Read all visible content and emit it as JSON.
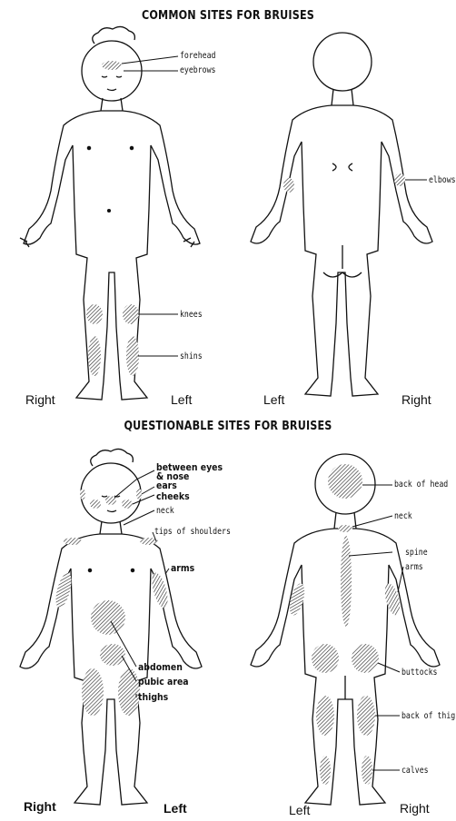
{
  "section1": {
    "title": "COMMON SITES FOR BRUISES",
    "front_labels": [
      "forehead",
      "eyebrows",
      "knees",
      "shins"
    ],
    "back_labels": [
      "elbows"
    ],
    "front_side_left": "Right",
    "front_side_right": "Left",
    "back_side_left": "Left",
    "back_side_right": "Right"
  },
  "section2": {
    "title": "QUESTIONABLE SITES FOR BRUISES",
    "front_labels": [
      "between eyes",
      "& nose",
      "ears",
      "cheeks",
      "neck",
      "tips of shoulders",
      "arms",
      "abdomen",
      "pubic area",
      "thighs"
    ],
    "back_labels": [
      "back of head",
      "neck",
      "spine",
      "arms",
      "buttocks",
      "back of thighs",
      "calves"
    ],
    "front_side_left": "Right",
    "front_side_right": "Left",
    "back_side_left": "Left",
    "back_side_right": "Right"
  },
  "colors": {
    "ink": "#111111",
    "background": "#ffffff",
    "hatch": "#555555"
  }
}
